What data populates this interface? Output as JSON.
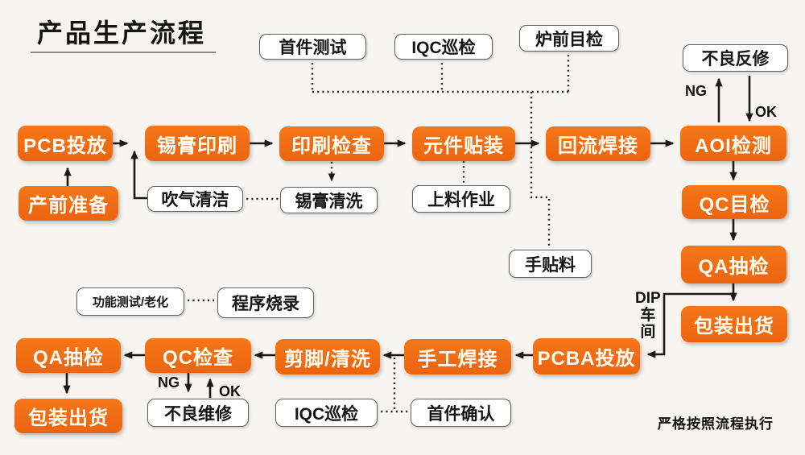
{
  "title": "产品生产流程",
  "slogan": "严格按照流程执行",
  "nodes": {
    "pcb_input": "PCB投放",
    "paste_print": "锡膏印刷",
    "print_inspect": "印刷检查",
    "smt_place": "元件贴装",
    "reflow": "回流焊接",
    "aoi": "AOI检测",
    "pre_prod": "产前准备",
    "qc_visual": "QC目检",
    "qa_sample_right": "QA抽检",
    "pack_ship_right": "包装出货",
    "pcba_input": "PCBA投放",
    "hand_solder": "手工焊接",
    "cut_clean": "剪脚/清洗",
    "qc_check": "QC检查",
    "qa_sample_bottom": "QA抽检",
    "pack_ship_bottom": "包装出货"
  },
  "annotations": {
    "first_article_test": "首件测试",
    "iqc_patrol_top": "IQC巡检",
    "furnace_visual": "炉前目检",
    "defect_rework": "不良反修",
    "blow_clean": "吹气清洁",
    "paste_clean": "锡膏清洗",
    "loading_op": "上料作业",
    "hand_place": "手贴料",
    "func_test_aging": "功能测试/老化",
    "program_burn": "程序烧录",
    "defect_repair": "不良维修",
    "iqc_patrol_bottom": "IQC巡检",
    "first_confirm": "首件确认"
  },
  "labels": {
    "ng_top": "NG",
    "ok_top": "OK",
    "ng_bottom": "NG",
    "ok_bottom": "OK",
    "dip_line1": "DIP",
    "dip_line2": "车",
    "dip_line3": "间"
  },
  "colors": {
    "node_orange": "#ee6a14",
    "line_black": "#1a1a1a",
    "background": "#f6f5f1"
  }
}
